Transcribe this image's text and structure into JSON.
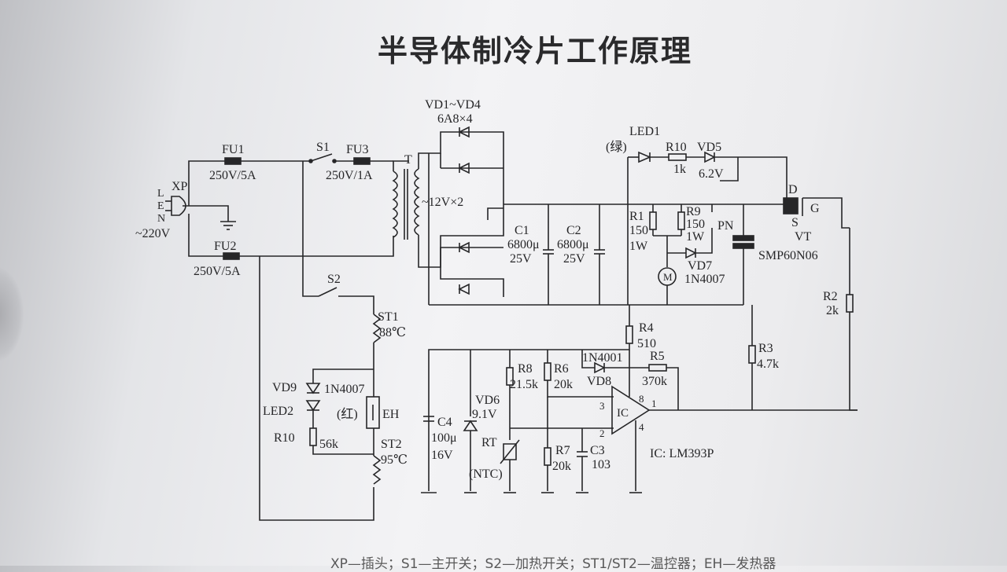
{
  "title": "半导体制冷片工作原理",
  "footer": "XP—插头；S1—主开关；S2—加热开关；ST1/ST2—温控器；EH—发热器",
  "colors": {
    "ink": "#262628",
    "paper": "#f2f2f4",
    "title": "#2a2a2c"
  },
  "labels": {
    "fu1": "FU1",
    "fu1_val": "250V/5A",
    "fu2": "FU2",
    "fu2_val": "250V/5A",
    "fu3": "FU3",
    "fu3_val": "250V/1A",
    "s1": "S1",
    "s2": "S2",
    "xp": "XP",
    "l": "L",
    "e": "E",
    "n": "N",
    "mains": "~220V",
    "t": "T",
    "sec": "~12V×2",
    "vd_bridge": "VD1~VD4",
    "vd_bridge_val": "6A8×4",
    "c1": "C1",
    "c1_val": "6800μ",
    "c1_v": "25V",
    "c2": "C2",
    "c2_val": "6800μ",
    "c2_v": "25V",
    "led1": "LED1",
    "led1_color": "(绿)",
    "r10a": "R10",
    "r10a_val": "1k",
    "vd5": "VD5",
    "vd5_val": "6.2V",
    "r1": "R1",
    "r1_val": "150",
    "r1_w": "1W",
    "r9": "R9",
    "r9_val": "150",
    "r9_w": "1W",
    "pn": "PN",
    "motor": "M",
    "vd7": "VD7",
    "vd7_val": "1N4007",
    "d": "D",
    "s": "S",
    "g": "G",
    "vt": "VT",
    "vt_val": "SMP60N06",
    "r2": "R2",
    "r2_val": "2k",
    "r3": "R3",
    "r3_val": "4.7k",
    "r4": "R4",
    "r4_val": "510",
    "r5": "R5",
    "r5_val": "370k",
    "vd8_val": "1N4001",
    "vd8": "VD8",
    "r8": "R8",
    "r8_val": "21.5k",
    "r6": "R6",
    "r6_val": "20k",
    "r7": "R7",
    "r7_val": "20k",
    "c3": "C3",
    "c3_val": "103",
    "c4": "C4",
    "c4_val": "100μ",
    "c4_v": "16V",
    "vd6": "VD6",
    "vd6_val": "9.1V",
    "rt": "RT",
    "rt_type": "(NTC)",
    "ic": "IC",
    "ic_part": "IC: LM393P",
    "pin3": "3",
    "pin2": "2",
    "pin8": "8",
    "pin4": "4",
    "pin1": "1",
    "st1": "ST1",
    "st1_val": "88℃",
    "st2": "ST2",
    "st2_val": "95℃",
    "vd9": "VD9",
    "vd9_val": "1N4007",
    "led2": "LED2",
    "led2_color": "(红)",
    "r10b": "R10",
    "r10b_val": "56k",
    "eh": "EH"
  }
}
